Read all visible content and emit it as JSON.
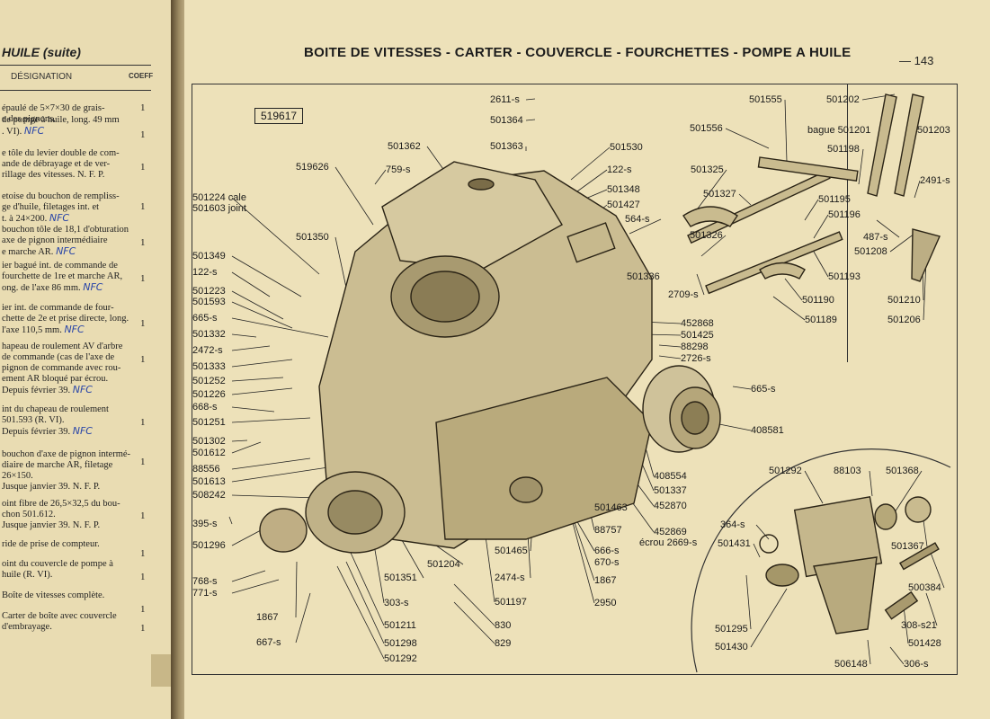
{
  "left_page": {
    "header": "HUILE (suite)",
    "designation_header": "DÉSIGNATION",
    "coeff_header": "COEFF",
    "entries": [
      {
        "text": "épaulé de 5×7×30 de grais-\ne des pignons.",
        "qty": "1",
        "note": ""
      },
      {
        "text": "de pompe à huile, long. 49 mm\n. VI).",
        "qty": "1",
        "note": "NFC"
      },
      {
        "text": "e tôle du levier double de com-\nande de débrayage et de ver-\nrillage des vitesses. N. F. P.",
        "qty": "1",
        "note": ""
      },
      {
        "text": "etoise du bouchon de rempliss-\nge d'huile, filetages int. et\nt. à 24×200.",
        "qty": "1",
        "note": "NFC"
      },
      {
        "text": "bouchon tôle de 18,1 d'obturation\naxe de pignon intermédiaire\ne marche AR.",
        "qty": "1",
        "note": "NFC"
      },
      {
        "text": "ier bagué int. de commande de\nfourchette de 1re et marche AR,\nong. de l'axe 86 mm.",
        "qty": "1",
        "note": "NFC"
      },
      {
        "text": "ier int. de commande de four-\nchette de 2e et prise directe, long.\nl'axe 110,5 mm.",
        "qty": "1",
        "note": "NFC"
      },
      {
        "text": "hapeau de roulement AV d'arbre\nde commande (cas de l'axe de\npignon de commande avec rou-\nement AR bloqué par écrou.\nDepuis février 39.",
        "qty": "1",
        "note": "NFC"
      },
      {
        "text": "int du chapeau de roulement\n501.593 (R. VI).\nDepuis février 39.",
        "qty": "1",
        "note": "NFC"
      },
      {
        "text": "bouchon d'axe de pignon intermé-\ndiaire de marche AR, filetage\n26×150.\nJusque janvier 39. N. F. P.",
        "qty": "1",
        "note": ""
      },
      {
        "text": "oint fibre de 26,5×32,5 du bou-\nchon 501.612.\nJusque janvier 39. N. F. P.",
        "qty": "1",
        "note": ""
      },
      {
        "text": "ride de prise de compteur.",
        "qty": "1",
        "note": ""
      },
      {
        "text": "oint du couvercle de pompe à\nhuile (R. VI).",
        "qty": "1",
        "note": ""
      },
      {
        "text": "Boîte de vitesses complète.",
        "qty": "1",
        "note": ""
      },
      {
        "text": "Carter de boîte avec couvercle\nd'embrayage.",
        "qty": "1",
        "note": ""
      }
    ]
  },
  "right_page": {
    "title": "BOITE DE VITESSES - CARTER - COUVERCLE - FOURCHETTES - POMPE A HUILE",
    "page_number": "— 143",
    "figure_ref": "519617",
    "callouts": [
      {
        "id": "c1",
        "text": "2611-s"
      },
      {
        "id": "c2",
        "text": "501364"
      },
      {
        "id": "c3",
        "text": "501362"
      },
      {
        "id": "c4",
        "text": "501363"
      },
      {
        "id": "c5",
        "text": "501530"
      },
      {
        "id": "c6",
        "text": "122-s"
      },
      {
        "id": "c7",
        "text": "501348"
      },
      {
        "id": "c8",
        "text": "501427"
      },
      {
        "id": "c9",
        "text": "564-s"
      },
      {
        "id": "c10",
        "text": "519626"
      },
      {
        "id": "c11",
        "text": "759-s"
      },
      {
        "id": "c12",
        "text": "501224 cale"
      },
      {
        "id": "c13",
        "text": "501603 joint"
      },
      {
        "id": "c14",
        "text": "501350"
      },
      {
        "id": "c15",
        "text": "501349"
      },
      {
        "id": "c16",
        "text": "122-s"
      },
      {
        "id": "c17",
        "text": "501223"
      },
      {
        "id": "c18",
        "text": "501593"
      },
      {
        "id": "c19",
        "text": "665-s"
      },
      {
        "id": "c20",
        "text": "501332"
      },
      {
        "id": "c21",
        "text": "2472-s"
      },
      {
        "id": "c22",
        "text": "501333"
      },
      {
        "id": "c23",
        "text": "501252"
      },
      {
        "id": "c24",
        "text": "501226"
      },
      {
        "id": "c25",
        "text": "668-s"
      },
      {
        "id": "c26",
        "text": "501251"
      },
      {
        "id": "c27",
        "text": "501302"
      },
      {
        "id": "c28",
        "text": "501612"
      },
      {
        "id": "c29",
        "text": "88556"
      },
      {
        "id": "c30",
        "text": "501613"
      },
      {
        "id": "c31",
        "text": "508242"
      },
      {
        "id": "c32",
        "text": "395-s"
      },
      {
        "id": "c33",
        "text": "501296"
      },
      {
        "id": "c34",
        "text": "768-s"
      },
      {
        "id": "c35",
        "text": "771-s"
      },
      {
        "id": "c36",
        "text": "1867"
      },
      {
        "id": "c37",
        "text": "667-s"
      },
      {
        "id": "c38",
        "text": "501336"
      },
      {
        "id": "c39",
        "text": "452868"
      },
      {
        "id": "c40",
        "text": "501425"
      },
      {
        "id": "c41",
        "text": "88298"
      },
      {
        "id": "c42",
        "text": "2726-s"
      },
      {
        "id": "c43",
        "text": "665-s"
      },
      {
        "id": "c44",
        "text": "408581"
      },
      {
        "id": "c45",
        "text": "408554"
      },
      {
        "id": "c46",
        "text": "501337"
      },
      {
        "id": "c47",
        "text": "452870"
      },
      {
        "id": "c48",
        "text": "452869"
      },
      {
        "id": "c49",
        "text": "écrou 2669-s"
      },
      {
        "id": "c50",
        "text": "501463"
      },
      {
        "id": "c51",
        "text": "88757"
      },
      {
        "id": "c52",
        "text": "666-s"
      },
      {
        "id": "c53",
        "text": "670-s"
      },
      {
        "id": "c54",
        "text": "1867"
      },
      {
        "id": "c55",
        "text": "2950"
      },
      {
        "id": "c56",
        "text": "501465"
      },
      {
        "id": "c57",
        "text": "2474-s"
      },
      {
        "id": "c58",
        "text": "501197"
      },
      {
        "id": "c59",
        "text": "830"
      },
      {
        "id": "c60",
        "text": "829"
      },
      {
        "id": "c61",
        "text": "501204"
      },
      {
        "id": "c62",
        "text": "501351"
      },
      {
        "id": "c63",
        "text": "303-s"
      },
      {
        "id": "c64",
        "text": "501211"
      },
      {
        "id": "c65",
        "text": "501298"
      },
      {
        "id": "c66",
        "text": "501292"
      },
      {
        "id": "c67",
        "text": "501555"
      },
      {
        "id": "c68",
        "text": "501202"
      },
      {
        "id": "c69",
        "text": "501556"
      },
      {
        "id": "c70",
        "text": "bague 501201"
      },
      {
        "id": "c71",
        "text": "501203"
      },
      {
        "id": "c72",
        "text": "501198"
      },
      {
        "id": "c73",
        "text": "501325"
      },
      {
        "id": "c74",
        "text": "2491-s"
      },
      {
        "id": "c75",
        "text": "501327"
      },
      {
        "id": "c76",
        "text": "501195"
      },
      {
        "id": "c77",
        "text": "501196"
      },
      {
        "id": "c78",
        "text": "487-s"
      },
      {
        "id": "c79",
        "text": "501326"
      },
      {
        "id": "c80",
        "text": "501208"
      },
      {
        "id": "c81",
        "text": "501193"
      },
      {
        "id": "c82",
        "text": "2709-s"
      },
      {
        "id": "c83",
        "text": "501190"
      },
      {
        "id": "c84",
        "text": "501189"
      },
      {
        "id": "c85",
        "text": "501210"
      },
      {
        "id": "c86",
        "text": "501206"
      },
      {
        "id": "c87",
        "text": "501292"
      },
      {
        "id": "c88",
        "text": "88103"
      },
      {
        "id": "c89",
        "text": "501368"
      },
      {
        "id": "c90",
        "text": "364-s"
      },
      {
        "id": "c91",
        "text": "501431"
      },
      {
        "id": "c92",
        "text": "501367"
      },
      {
        "id": "c93",
        "text": "500384"
      },
      {
        "id": "c94",
        "text": "308-s21"
      },
      {
        "id": "c95",
        "text": "501428"
      },
      {
        "id": "c96",
        "text": "501295"
      },
      {
        "id": "c97",
        "text": "501430"
      },
      {
        "id": "c98",
        "text": "506148"
      },
      {
        "id": "c99",
        "text": "306-s"
      }
    ]
  }
}
